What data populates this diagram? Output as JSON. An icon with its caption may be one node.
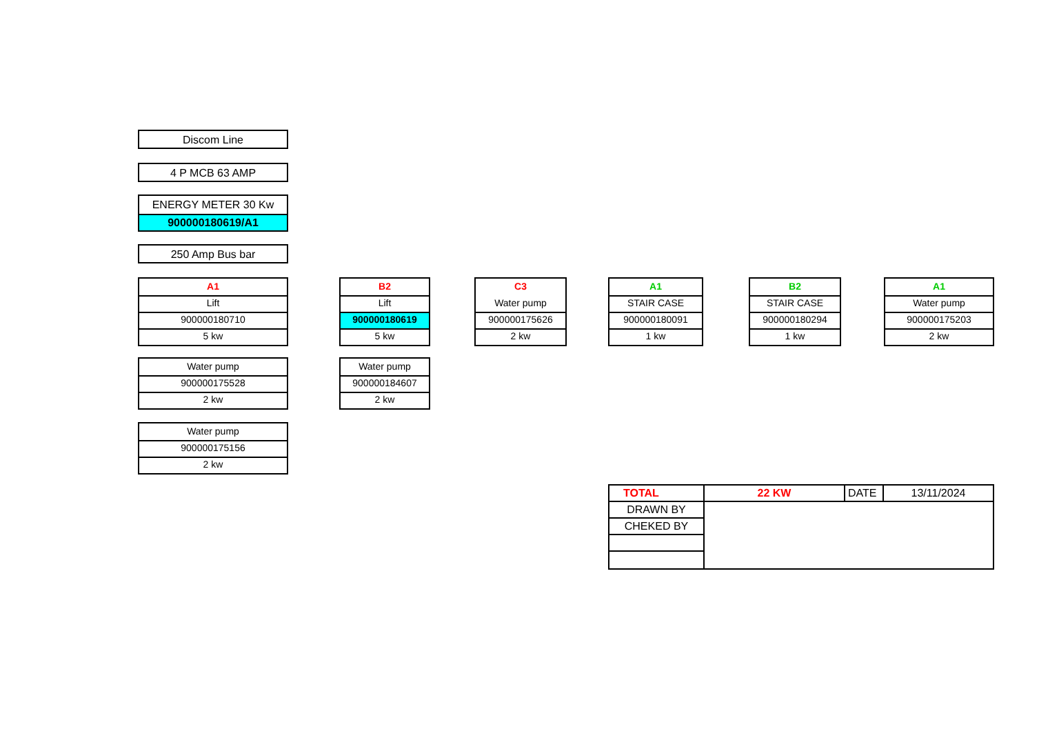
{
  "diagram": {
    "nodes": [
      {
        "text": [
          "Discom Line"
        ]
      },
      {
        "text": [
          "4 P MCB 63 AMP"
        ]
      },
      {
        "text": [
          "ENERGY METER 30 Kw",
          "900000180619/A1"
        ]
      },
      {
        "text": [
          "250 Amp Bus bar"
        ]
      },
      {
        "text": [
          "A1",
          "Lift",
          "900000180710",
          "5 kw"
        ]
      },
      {
        "text": [
          "B2",
          "Lift",
          "900000180619",
          "5 kw"
        ]
      },
      {
        "text": [
          "C3",
          "Water pump",
          "900000175626",
          "2 kw"
        ]
      },
      {
        "text": [
          "A1",
          "STAIR CASE",
          "900000180091",
          "1 kw"
        ]
      },
      {
        "text": [
          "B2",
          "STAIR CASE",
          "900000180294",
          "1 kw"
        ]
      },
      {
        "text": [
          "A1",
          "Water pump",
          "900000175203",
          "2 kw"
        ]
      },
      {
        "text": [
          "Water pump",
          "900000175528",
          "2 kw"
        ]
      },
      {
        "text": [
          "Water pump",
          "900000184607",
          "2 kw"
        ]
      },
      {
        "text": [
          "Water pump",
          "900000175156",
          "2 kw"
        ]
      }
    ],
    "labels": [
      "TOTAL",
      "22 KW",
      "DATE",
      "13/11/2024",
      "DRAWN BY",
      "CHEKED BY"
    ]
  }
}
